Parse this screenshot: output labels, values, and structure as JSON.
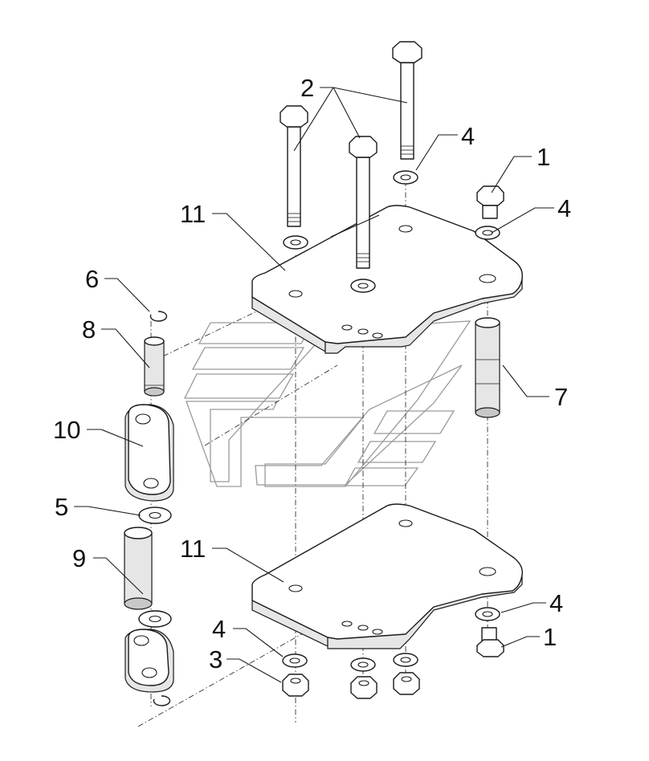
{
  "diagram": {
    "callouts": [
      {
        "id": "c2",
        "label": "2"
      },
      {
        "id": "c4a",
        "label": "4"
      },
      {
        "id": "c1a",
        "label": "1"
      },
      {
        "id": "c11a",
        "label": "11"
      },
      {
        "id": "c4b",
        "label": "4"
      },
      {
        "id": "c6",
        "label": "6"
      },
      {
        "id": "c8",
        "label": "8"
      },
      {
        "id": "c7",
        "label": "7"
      },
      {
        "id": "c10",
        "label": "10"
      },
      {
        "id": "c5",
        "label": "5"
      },
      {
        "id": "c11b",
        "label": "11"
      },
      {
        "id": "c9",
        "label": "9"
      },
      {
        "id": "c4c",
        "label": "4"
      },
      {
        "id": "c1b",
        "label": "1"
      },
      {
        "id": "c4d",
        "label": "4"
      },
      {
        "id": "c3",
        "label": "3"
      }
    ]
  }
}
